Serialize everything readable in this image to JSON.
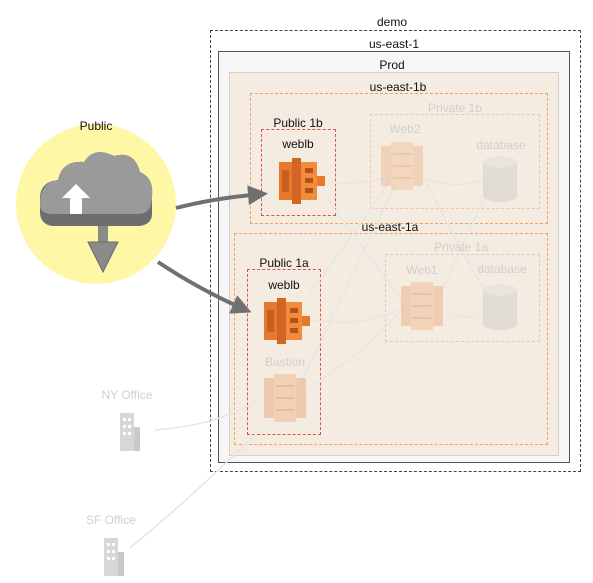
{
  "diagram": {
    "account": "demo",
    "region": "us-east-1",
    "vpc": "Prod",
    "zones": [
      {
        "label": "us-east-1b",
        "subnets": {
          "public": "Public 1b",
          "private": "Private 1b"
        },
        "nodes": {
          "lb": "weblb",
          "web": "Web2",
          "db": "database"
        }
      },
      {
        "label": "us-east-1a",
        "subnets": {
          "public": "Public 1a",
          "private": "Private 1a"
        },
        "nodes": {
          "lb": "weblb",
          "bastion": "Bastion",
          "web": "Web1",
          "db": "database"
        }
      }
    ],
    "external": {
      "public": "Public",
      "ny_office": "NY Office",
      "sf_office": "SF Office"
    }
  },
  "colors": {
    "aws_orange": "#e8782a",
    "aws_orange_dark": "#b4501a",
    "public_circle": "#fdf7a6",
    "cloud_gray": "#8e8e8e",
    "arrow_gray": "#707070",
    "faded_link": "#e2e2e2"
  },
  "icons": [
    "cloud-upload-icon",
    "download-arrow-icon",
    "load-balancer-icon",
    "ec2-instance-icon",
    "database-icon",
    "office-building-icon"
  ]
}
